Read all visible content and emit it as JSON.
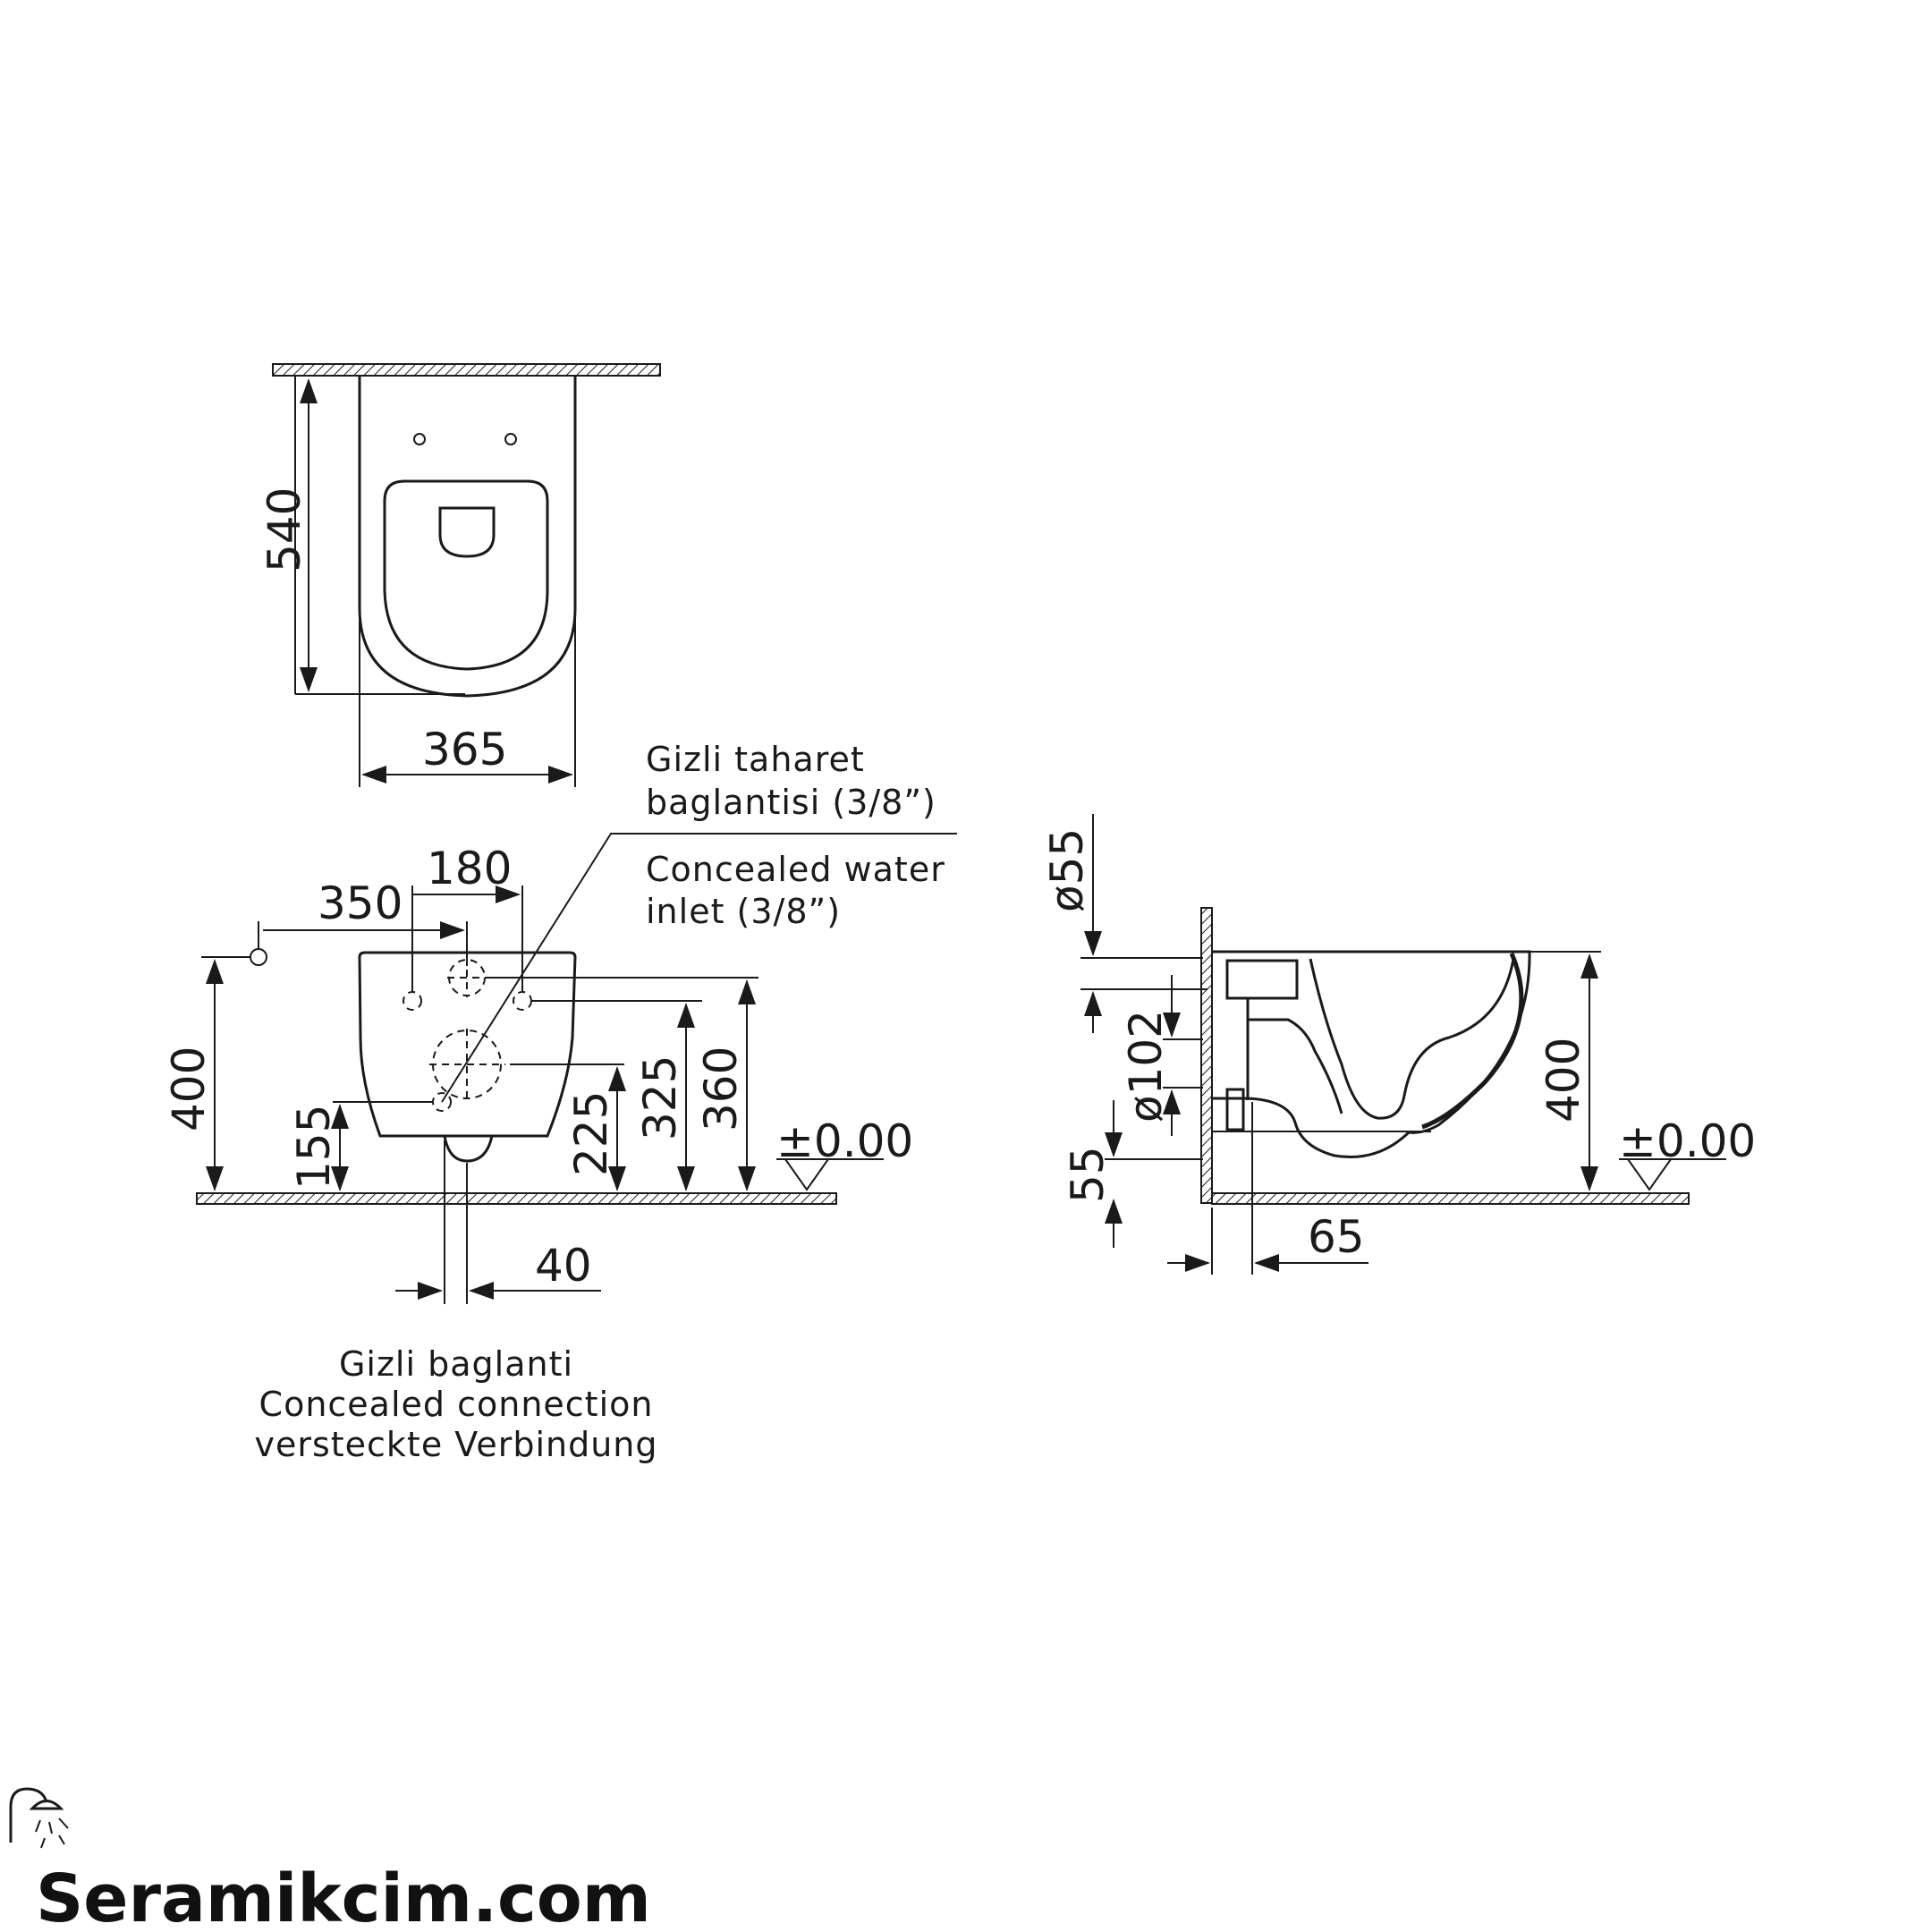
{
  "top_view": {
    "depth": "540",
    "width": "365"
  },
  "front_view": {
    "dims": {
      "d180": "180",
      "d350": "350",
      "d400": "400",
      "d155": "155",
      "d225": "225",
      "d325": "325",
      "d360": "360",
      "d40": "40"
    },
    "floor_level": "±0.00",
    "water_inlet_note": [
      "Gizli taharet",
      "baglantisi (3/8”)",
      "Concealed water",
      "inlet (3/8”)"
    ],
    "connection_note": [
      "Gizli baglanti",
      "Concealed connection",
      "versteckte Verbindung"
    ]
  },
  "side_view": {
    "dims": {
      "d55_dia": "ø55",
      "d102_dia": "ø102",
      "d55": "55",
      "d400": "400",
      "d65": "65"
    },
    "floor_level": "±0.00"
  },
  "brand": {
    "name": "Seramikcim.com",
    "logo_icon": "shower-icon"
  }
}
